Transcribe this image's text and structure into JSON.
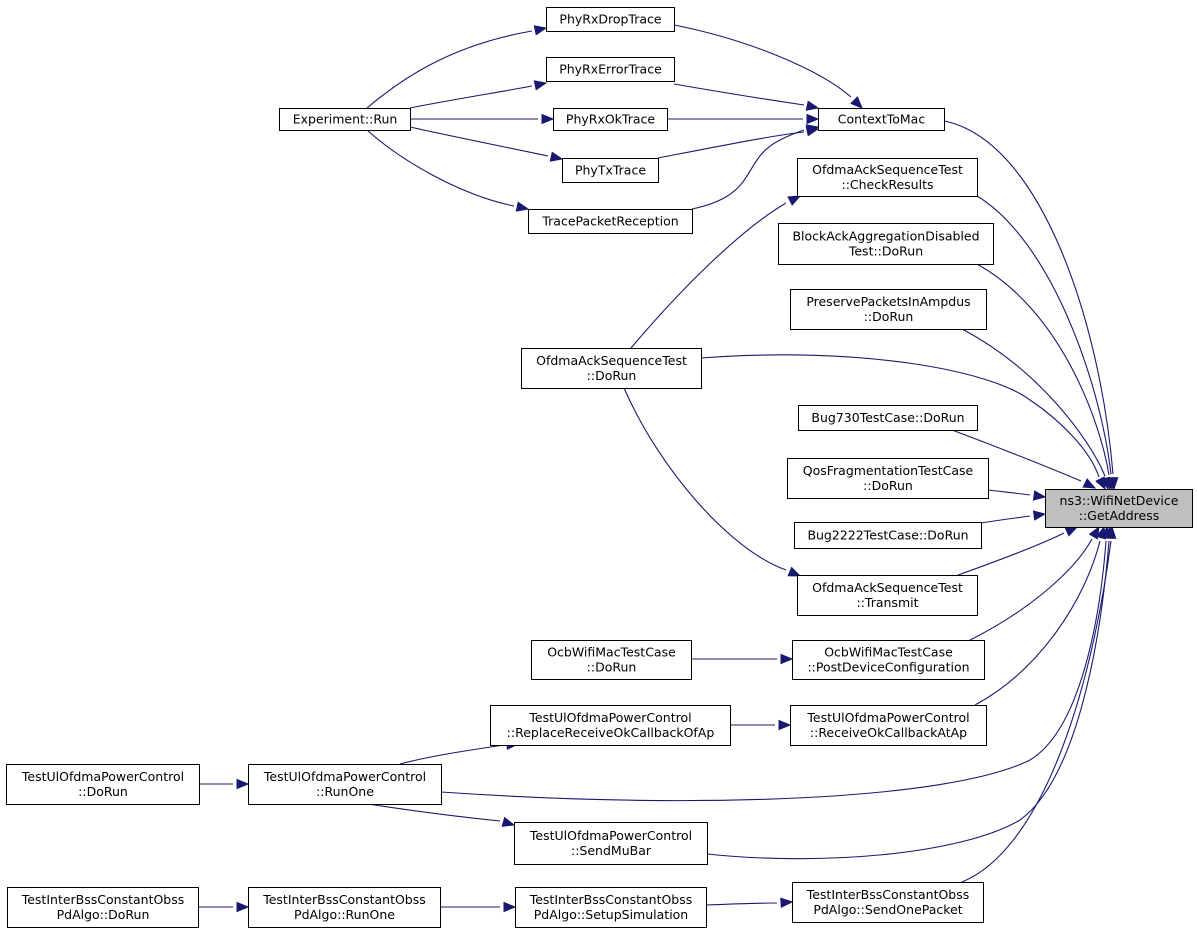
{
  "diagram": {
    "nodes": {
      "getaddress": {
        "lines": [
          "ns3::WifiNetDevice",
          "::GetAddress"
        ],
        "highlight": true
      },
      "contexttomac": {
        "lines": [
          "ContextToMac"
        ]
      },
      "phyrxdroptrace": {
        "lines": [
          "PhyRxDropTrace"
        ]
      },
      "phyrxerrortrace": {
        "lines": [
          "PhyRxErrorTrace"
        ]
      },
      "phyrxoktrace": {
        "lines": [
          "PhyRxOkTrace"
        ]
      },
      "phytxtrace": {
        "lines": [
          "PhyTxTrace"
        ]
      },
      "tracepacketreception": {
        "lines": [
          "TracePacketReception"
        ]
      },
      "experimentrun": {
        "lines": [
          "Experiment::Run"
        ]
      },
      "ofdmacheckresults": {
        "lines": [
          "OfdmaAckSequenceTest",
          "::CheckResults"
        ]
      },
      "blockackdorun": {
        "lines": [
          "BlockAckAggregationDisabled",
          "Test::DoRun"
        ]
      },
      "preservedorun": {
        "lines": [
          "PreservePacketsInAmpdus",
          "::DoRun"
        ]
      },
      "ofdmadorun": {
        "lines": [
          "OfdmaAckSequenceTest",
          "::DoRun"
        ]
      },
      "bug730": {
        "lines": [
          "Bug730TestCase::DoRun"
        ]
      },
      "qosfrag": {
        "lines": [
          "QosFragmentationTestCase",
          "::DoRun"
        ]
      },
      "bug2222": {
        "lines": [
          "Bug2222TestCase::DoRun"
        ]
      },
      "ofdmatransmit": {
        "lines": [
          "OfdmaAckSequenceTest",
          "::Transmit"
        ]
      },
      "ocbdorun": {
        "lines": [
          "OcbWifiMacTestCase",
          "::DoRun"
        ]
      },
      "ocbpostdevice": {
        "lines": [
          "OcbWifiMacTestCase",
          "::PostDeviceConfiguration"
        ]
      },
      "ulreplace": {
        "lines": [
          "TestUlOfdmaPowerControl",
          "::ReplaceReceiveOkCallbackOfAp"
        ]
      },
      "ulreceiveok": {
        "lines": [
          "TestUlOfdmaPowerControl",
          "::ReceiveOkCallbackAtAp"
        ]
      },
      "uldorun": {
        "lines": [
          "TestUlOfdmaPowerControl",
          "::DoRun"
        ]
      },
      "ulrunone": {
        "lines": [
          "TestUlOfdmaPowerControl",
          "::RunOne"
        ]
      },
      "ulsendmubar": {
        "lines": [
          "TestUlOfdmaPowerControl",
          "::SendMuBar"
        ]
      },
      "interdorun": {
        "lines": [
          "TestInterBssConstantObss",
          "PdAlgo::DoRun"
        ]
      },
      "interrunone": {
        "lines": [
          "TestInterBssConstantObss",
          "PdAlgo::RunOne"
        ]
      },
      "intersetup": {
        "lines": [
          "TestInterBssConstantObss",
          "PdAlgo::SetupSimulation"
        ]
      },
      "intersendone": {
        "lines": [
          "TestInterBssConstantObss",
          "PdAlgo::SendOnePacket"
        ]
      }
    },
    "edges": [
      {
        "from": "contexttomac",
        "to": "getaddress"
      },
      {
        "from": "ofdmacheckresults",
        "to": "getaddress"
      },
      {
        "from": "blockackdorun",
        "to": "getaddress"
      },
      {
        "from": "preservedorun",
        "to": "getaddress"
      },
      {
        "from": "ofdmadorun",
        "to": "getaddress"
      },
      {
        "from": "bug730",
        "to": "getaddress"
      },
      {
        "from": "qosfrag",
        "to": "getaddress"
      },
      {
        "from": "bug2222",
        "to": "getaddress"
      },
      {
        "from": "ofdmatransmit",
        "to": "getaddress"
      },
      {
        "from": "ocbpostdevice",
        "to": "getaddress"
      },
      {
        "from": "ulreceiveok",
        "to": "getaddress"
      },
      {
        "from": "ulrunone",
        "to": "getaddress"
      },
      {
        "from": "ulsendmubar",
        "to": "getaddress"
      },
      {
        "from": "intersendone",
        "to": "getaddress"
      },
      {
        "from": "phyrxdroptrace",
        "to": "contexttomac"
      },
      {
        "from": "phyrxerrortrace",
        "to": "contexttomac"
      },
      {
        "from": "phyrxoktrace",
        "to": "contexttomac"
      },
      {
        "from": "phytxtrace",
        "to": "contexttomac"
      },
      {
        "from": "tracepacketreception",
        "to": "contexttomac"
      },
      {
        "from": "experimentrun",
        "to": "phyrxdroptrace"
      },
      {
        "from": "experimentrun",
        "to": "phyrxerrortrace"
      },
      {
        "from": "experimentrun",
        "to": "phyrxoktrace"
      },
      {
        "from": "experimentrun",
        "to": "phytxtrace"
      },
      {
        "from": "experimentrun",
        "to": "tracepacketreception"
      },
      {
        "from": "ofdmadorun",
        "to": "ofdmacheckresults"
      },
      {
        "from": "ofdmadorun",
        "to": "ofdmatransmit"
      },
      {
        "from": "ocbdorun",
        "to": "ocbpostdevice"
      },
      {
        "from": "ulreplace",
        "to": "ulreceiveok"
      },
      {
        "from": "ulrunone",
        "to": "ulreplace"
      },
      {
        "from": "ulrunone",
        "to": "ulsendmubar"
      },
      {
        "from": "uldorun",
        "to": "ulrunone"
      },
      {
        "from": "interdorun",
        "to": "interrunone"
      },
      {
        "from": "interrunone",
        "to": "intersetup"
      },
      {
        "from": "intersetup",
        "to": "intersendone"
      }
    ]
  }
}
